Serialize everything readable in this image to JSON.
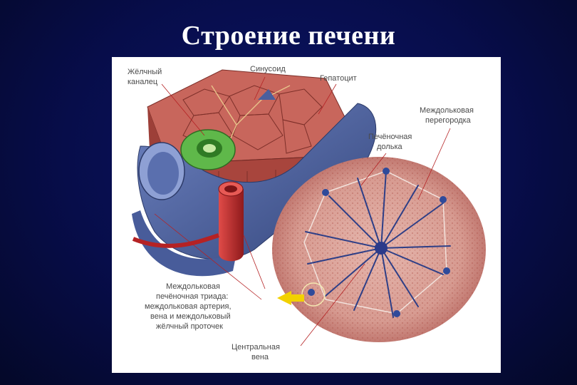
{
  "title": "Строение печени",
  "labels": {
    "bile_canal_1": "Жёлчный",
    "bile_canal_2": "каналец",
    "sinusoid": "Синусоид",
    "hepatocyte": "Гепатоцит",
    "septum_1": "Междольковая",
    "septum_2": "перегородка",
    "lobule_1": "Печёночная",
    "lobule_2": "долька",
    "triad_1": "Междольковая",
    "triad_2": "печёночная триада:",
    "triad_3": "междольковая артерия,",
    "triad_4": "вена и междольковый",
    "triad_5": "жёлчный проточек",
    "central_vein_1": "Центральная",
    "central_vein_2": "вена"
  },
  "colors": {
    "background": "#070d4a",
    "title": "#ffffff",
    "hepatocyte_tissue": "#b5524a",
    "vein": "#4a5f9e",
    "artery": "#c0282a",
    "bile_duct": "#4fa83c",
    "lobule": "#d49a90",
    "arrow": "#f2d100"
  }
}
